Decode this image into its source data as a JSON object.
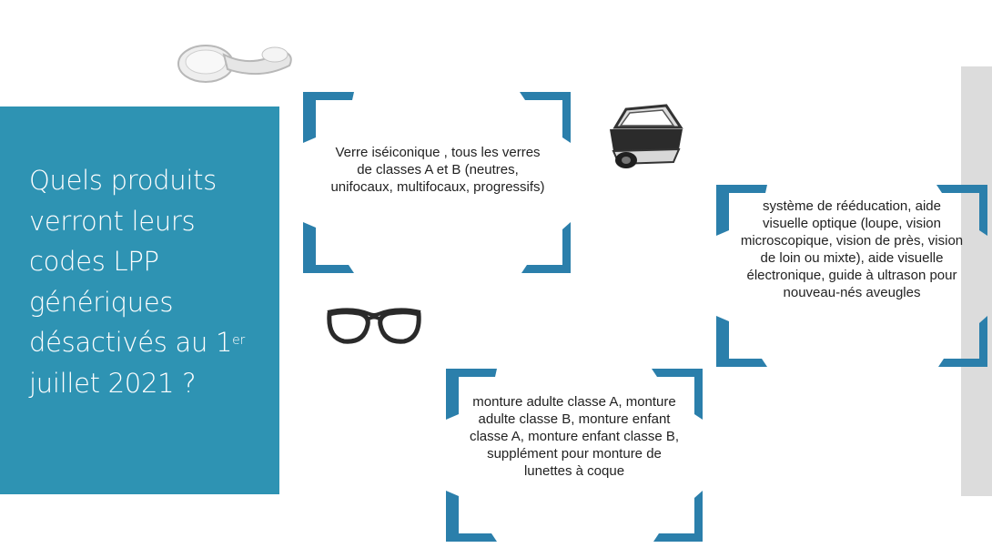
{
  "colors": {
    "title_panel": "#2e93b3",
    "bracket": "#2b7fab",
    "right_bar": "#dcdcdc",
    "text": "#222222"
  },
  "title": {
    "part1": "Quels produits verront leurs codes LPP génériques désactivés au 1",
    "superscript": "er",
    "part2": " juillet 2021 ?"
  },
  "cards": {
    "verres": "Verre iséiconique , tous les verres de classes A et B (neutres, unifocaux, multifocaux, progressifs)",
    "aides": "système de rééducation, aide visuelle optique (loupe, vision microscopique, vision de près, vision de loin ou mixte), aide visuelle électronique, guide à ultrason pour nouveau-nés aveugles",
    "montures": "monture adulte classe A, monture adulte classe B, monture enfant classe A, monture enfant classe B, supplément pour monture de lunettes à coque"
  },
  "icons": [
    "contact-lens-icon",
    "magnifier-device-icon",
    "glasses-icon"
  ]
}
